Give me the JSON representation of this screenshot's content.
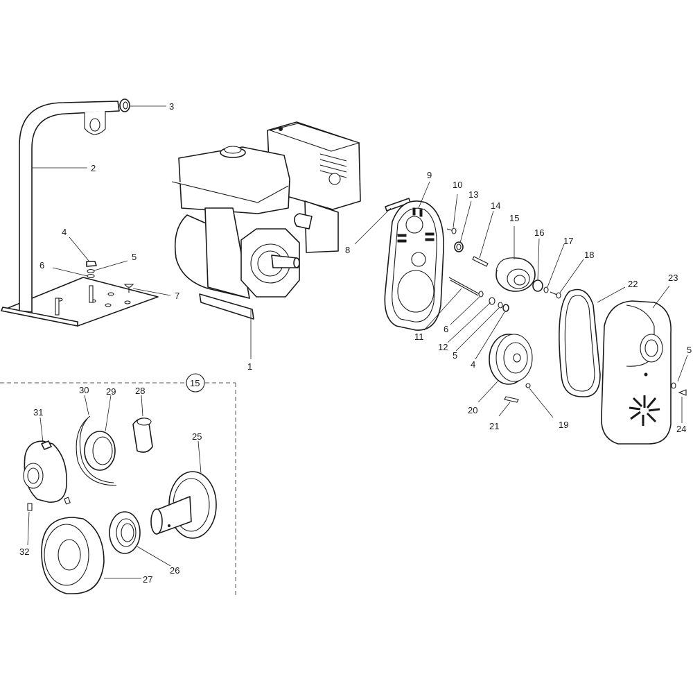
{
  "callouts": {
    "c1": "1",
    "c2": "2",
    "c3": "3",
    "c4": "4",
    "c4b": "4",
    "c5": "5",
    "c5b": "5",
    "c5c": "5",
    "c6": "6",
    "c6b": "6",
    "c7": "7",
    "c8": "8",
    "c9": "9",
    "c10": "10",
    "c11": "11",
    "c12": "12",
    "c13": "13",
    "c14": "14",
    "c15": "15",
    "c15b": "15",
    "c16": "16",
    "c17": "17",
    "c18": "18",
    "c19": "19",
    "c20": "20",
    "c21": "21",
    "c22": "22",
    "c23": "23",
    "c24": "24",
    "c25": "25",
    "c26": "26",
    "c27": "27",
    "c28": "28",
    "c29": "29",
    "c30": "30",
    "c31": "31",
    "c32": "32"
  },
  "colors": {
    "line": "#1a1a1a",
    "background": "#ffffff"
  }
}
